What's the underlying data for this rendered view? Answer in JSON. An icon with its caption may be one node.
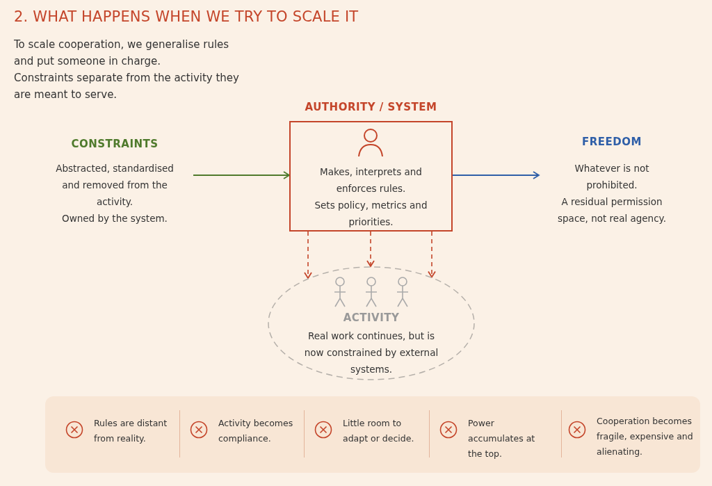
{
  "diagram": {
    "title": "2. WHAT HAPPENS WHEN WE TRY TO SCALE IT",
    "nodes": [
      {
        "text": [
          "CONSTRAINTS",
          "Abstracted, standardised and removed from the activity.",
          "Owned by the system."
        ]
      },
      {
        "text": [
          "AUTHORITY / SYSTEM",
          "Makes, interprets and enforces rules.",
          "Sets policy, metrics and priorities."
        ]
      },
      {
        "text": [
          "FREEDOM",
          "Whatever is not prohibited.",
          "A residual permission space, not real agency."
        ]
      },
      {
        "text": [
          "ACTIVITY",
          "Real work continues, but is now constrained by external systems."
        ]
      }
    ],
    "edges": [
      {
        "from": 0,
        "to": 1,
        "arrow": "to",
        "color": "#4f7a2c"
      },
      {
        "from": 1,
        "to": 2,
        "arrow": "to",
        "color": "#2f5fa8"
      },
      {
        "from": 1,
        "to": 3,
        "arrow": "to",
        "style": "dashed",
        "color": "#c4452a"
      },
      {
        "from": 1,
        "to": 3,
        "arrow": "to",
        "style": "dashed",
        "color": "#c4452a"
      },
      {
        "from": 1,
        "to": 3,
        "arrow": "to",
        "style": "dashed",
        "color": "#c4452a"
      }
    ],
    "labels": [
      "To scale cooperation, we generalise rules and put someone in charge.",
      "Constraints separate from the activity they are meant to serve.",
      "Rules are distant from reality.",
      "Activity becomes compliance.",
      "Little room to adapt or decide.",
      "Power accumulates at the top.",
      "Cooperation becomes fragile, expensive and alienating."
    ]
  }
}
